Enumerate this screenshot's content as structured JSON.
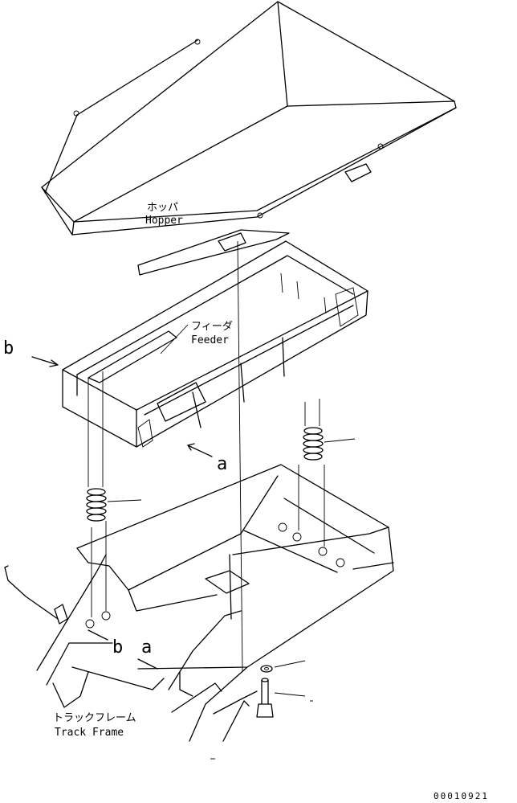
{
  "labels": {
    "hopper_jp": "ホッパ",
    "hopper_en": "Hopper",
    "feeder_jp": "フィーダ",
    "feeder_en": "Feeder",
    "track_frame_jp": "トラックフレーム",
    "track_frame_en": "Track Frame"
  },
  "callouts": {
    "b_top": "b",
    "a_mid": "a",
    "b_bottom": "b",
    "a_bottom": "a"
  },
  "drawing_code": "00010921"
}
